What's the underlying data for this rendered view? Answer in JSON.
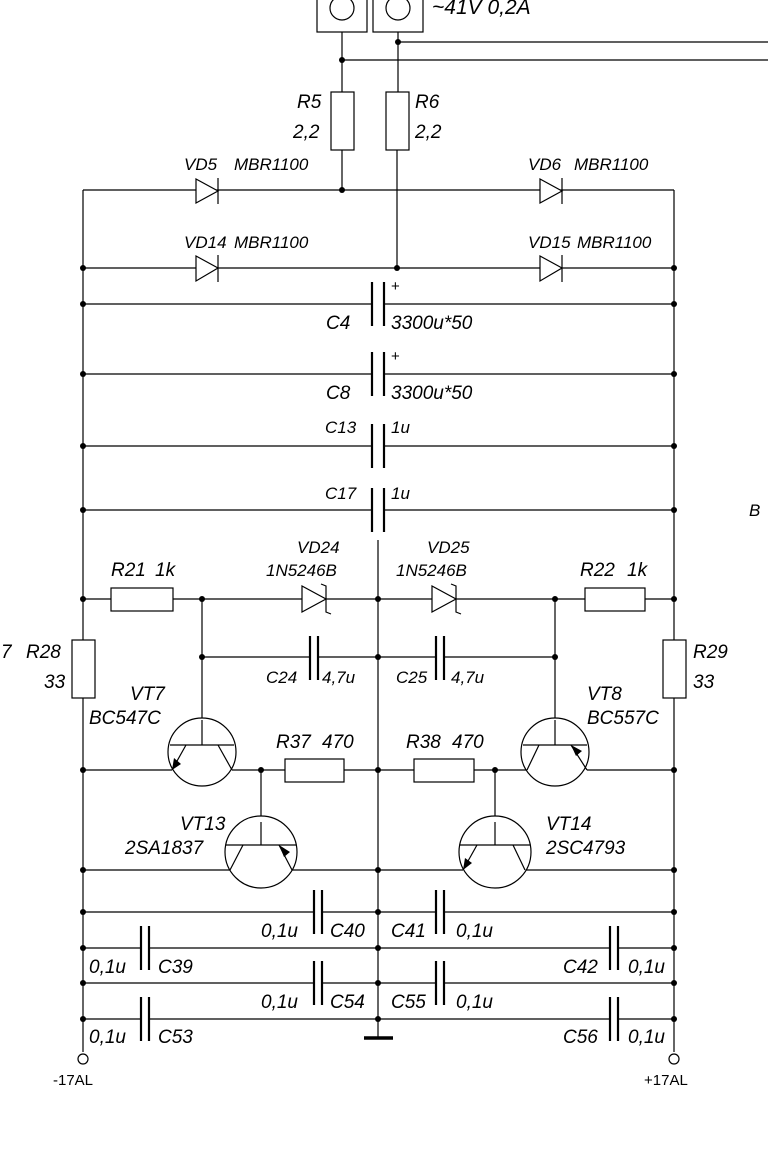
{
  "source": {
    "label": "~41V 0,2A"
  },
  "resistors": {
    "R5": {
      "ref": "R5",
      "value": "2,2"
    },
    "R6": {
      "ref": "R6",
      "value": "2,2"
    },
    "R21": {
      "ref": "R21",
      "value": "1k"
    },
    "R22": {
      "ref": "R22",
      "value": "1k"
    },
    "R28": {
      "ref": "R28",
      "value": "33"
    },
    "R29": {
      "ref": "R29",
      "value": "33"
    },
    "R37": {
      "ref": "R37",
      "value": "470"
    },
    "R38": {
      "ref": "R38",
      "value": "470"
    }
  },
  "diodes": {
    "VD5": {
      "ref": "VD5",
      "value": "MBR1100"
    },
    "VD6": {
      "ref": "VD6",
      "value": "MBR1100"
    },
    "VD14": {
      "ref": "VD14",
      "value": "MBR1100"
    },
    "VD15": {
      "ref": "VD15",
      "value": "MBR1100"
    },
    "VD24": {
      "ref": "VD24",
      "value": "1N5246B"
    },
    "VD25": {
      "ref": "VD25",
      "value": "1N5246B"
    }
  },
  "capacitors": {
    "C4": {
      "ref": "C4",
      "value": "3300u*50",
      "polarity": "+"
    },
    "C8": {
      "ref": "C8",
      "value": "3300u*50",
      "polarity": "+"
    },
    "C13": {
      "ref": "C13",
      "value": "1u"
    },
    "C17": {
      "ref": "C17",
      "value": "1u"
    },
    "C24": {
      "ref": "C24",
      "value": "4,7u"
    },
    "C25": {
      "ref": "C25",
      "value": "4,7u"
    },
    "C39": {
      "ref": "C39",
      "value": "0,1u"
    },
    "C40": {
      "ref": "C40",
      "value": "0,1u"
    },
    "C41": {
      "ref": "C41",
      "value": "0,1u"
    },
    "C42": {
      "ref": "C42",
      "value": "0,1u"
    },
    "C53": {
      "ref": "C53",
      "value": "0,1u"
    },
    "C54": {
      "ref": "C54",
      "value": "0,1u"
    },
    "C55": {
      "ref": "C55",
      "value": "0,1u"
    },
    "C56": {
      "ref": "C56",
      "value": "0,1u"
    }
  },
  "transistors": {
    "VT7": {
      "ref": "VT7",
      "value": "BC547C"
    },
    "VT8": {
      "ref": "VT8",
      "value": "BC557C"
    },
    "VT13": {
      "ref": "VT13",
      "value": "2SA1837"
    },
    "VT14": {
      "ref": "VT14",
      "value": "2SC4793"
    }
  },
  "terminals": {
    "negative": "-17AL",
    "positive": "+17AL"
  },
  "edge_labels": {
    "left": "7",
    "right": "B"
  }
}
